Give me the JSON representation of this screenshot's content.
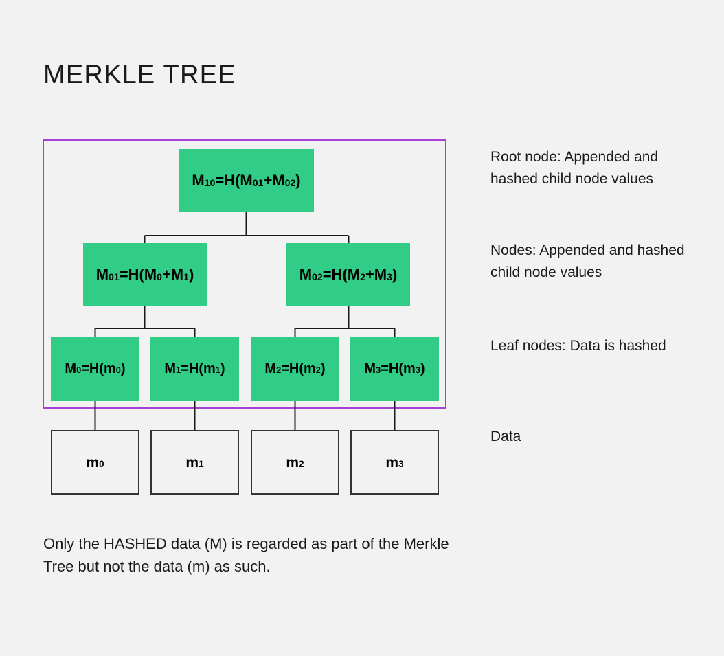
{
  "title": "MERKLE TREE",
  "colors": {
    "background": "#F2F2F2",
    "node_fill": "#31CC86",
    "boundary": "#A93FD4",
    "connector": "#1A1A1A",
    "data_border": "#333333",
    "text": "#1A1A1A"
  },
  "tree": {
    "root": {
      "id": "M10",
      "label_html": "M<sub>10</sub>=H(M<sub>01</sub>+M<sub>02</sub>)",
      "label_text": "M10=H(M01+M02)"
    },
    "mid_nodes": [
      {
        "id": "M01",
        "label_html": "M<sub>01</sub>=H(M<sub>0</sub>+M<sub>1</sub>)",
        "label_text": "M01=H(M0+M1)"
      },
      {
        "id": "M02",
        "label_html": "M<sub>02</sub>=H(M<sub>2</sub>+M<sub>3</sub>)",
        "label_text": "M02=H(M2+M3)"
      }
    ],
    "leaf_nodes": [
      {
        "id": "M0",
        "label_html": "M<sub>0</sub>=H(m<sub>0</sub>)",
        "label_text": "M0=H(m0)"
      },
      {
        "id": "M1",
        "label_html": "M<sub>1</sub>=H(m<sub>1</sub>)",
        "label_text": "M1=H(m1)"
      },
      {
        "id": "M2",
        "label_html": "M<sub>2</sub>=H(m<sub>2</sub>)",
        "label_text": "M2=H(m2)"
      },
      {
        "id": "M3",
        "label_html": "M<sub>3</sub>=H(m<sub>3</sub>)",
        "label_text": "M3=H(m3)"
      }
    ],
    "data_boxes": [
      {
        "id": "m0",
        "label_html": "m<sub>0</sub>",
        "label_text": "m0"
      },
      {
        "id": "m1",
        "label_html": "m<sub>1</sub>",
        "label_text": "m1"
      },
      {
        "id": "m2",
        "label_html": "m<sub>2</sub>",
        "label_text": "m2"
      },
      {
        "id": "m3",
        "label_html": "m<sub>3</sub>",
        "label_text": "m3"
      }
    ]
  },
  "annotations": {
    "root": "Root node: Appended and hashed child node values",
    "nodes": "Nodes: Appended and hashed child node values",
    "leaf": "Leaf nodes: Data is hashed",
    "data": "Data"
  },
  "caption": "Only the HASHED data (M) is regarded as part of the Merkle Tree but not the data (m) as such."
}
